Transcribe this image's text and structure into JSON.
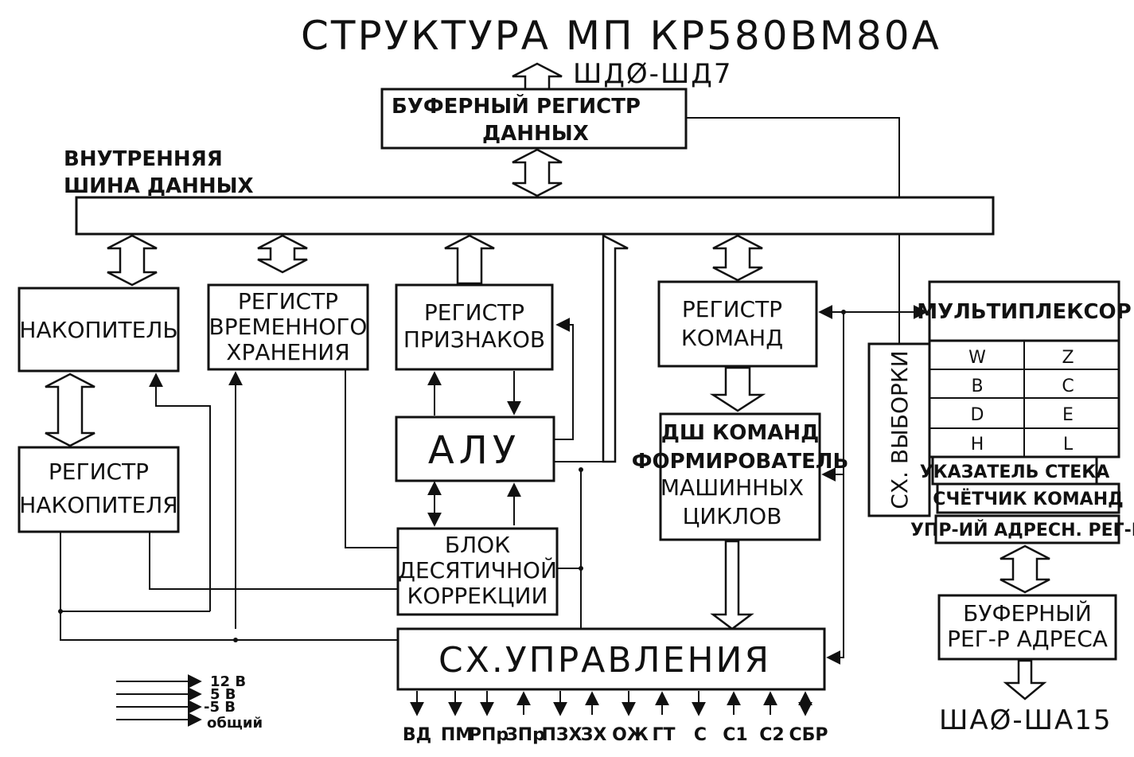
{
  "title": "СТРУКТУРА   МП КР580ВМ80А",
  "data_bus_label": "ШДØ-ШД7",
  "address_bus_label": "ШАØ-ША15",
  "blocks": {
    "buffer_data": [
      "БУФЕРНЫЙ    РЕГИСТР",
      "ДАННЫХ"
    ],
    "internal_bus": [
      "ВНУТРЕННЯЯ",
      "ШИНА ДАННЫХ"
    ],
    "accumulator": "НАКОПИТЕЛЬ",
    "temp_register": [
      "РЕГИСТР",
      "ВРЕМЕННОГО",
      "ХРАНЕНИЯ"
    ],
    "flags_register": [
      "РЕГИСТР",
      "ПРИЗНАКОВ"
    ],
    "instruction_register": [
      "РЕГИСТР",
      "КОМАНД"
    ],
    "multiplexer": "МУЛЬТИПЛЕКСОР",
    "selector": "СХ. ВЫБОРКИ",
    "alu": "АЛУ",
    "accumulator_register": [
      "РЕГИСТР",
      "НАКОПИТЕЛЯ"
    ],
    "decimal_correction": [
      "БЛОК",
      "ДЕСЯТИЧНОЙ",
      "КОРРЕКЦИИ"
    ],
    "decoder": [
      "ДШ КОМАНД",
      "ФОРМИРОВАТЕЛЬ",
      "МАШИННЫХ",
      "ЦИКЛОВ"
    ],
    "control": "СХ.УПРАВЛЕНИЯ",
    "buffer_address": [
      "БУФЕРНЫЙ",
      "РЕГ-Р АДРЕСА"
    ]
  },
  "register_pairs": [
    [
      "W",
      "Z"
    ],
    [
      "B",
      "C"
    ],
    [
      "D",
      "E"
    ],
    [
      "H",
      "L"
    ]
  ],
  "special_registers": [
    "УКАЗАТЕЛЬ СТЕКА",
    "СЧЁТЧИК КОМАНД",
    "УПР-ИЙ АДРЕСН. РЕГ-Р"
  ],
  "control_signals": [
    {
      "label": "ВД",
      "dir": "out"
    },
    {
      "label": "ПМ",
      "dir": "out"
    },
    {
      "label": "РПр",
      "dir": "out"
    },
    {
      "label": "ЗПр",
      "dir": "in"
    },
    {
      "label": "ПЗХ",
      "dir": "out"
    },
    {
      "label": "ЗХ",
      "dir": "in"
    },
    {
      "label": "ОЖ",
      "dir": "out"
    },
    {
      "label": "ГТ",
      "dir": "in"
    },
    {
      "label": "С",
      "dir": "out"
    },
    {
      "label": "С1",
      "dir": "in"
    },
    {
      "label": "С2",
      "dir": "in"
    },
    {
      "label": "СБР",
      "dir": "both"
    }
  ],
  "power": [
    "12 В",
    "5 В",
    "-5 В",
    "общий"
  ]
}
